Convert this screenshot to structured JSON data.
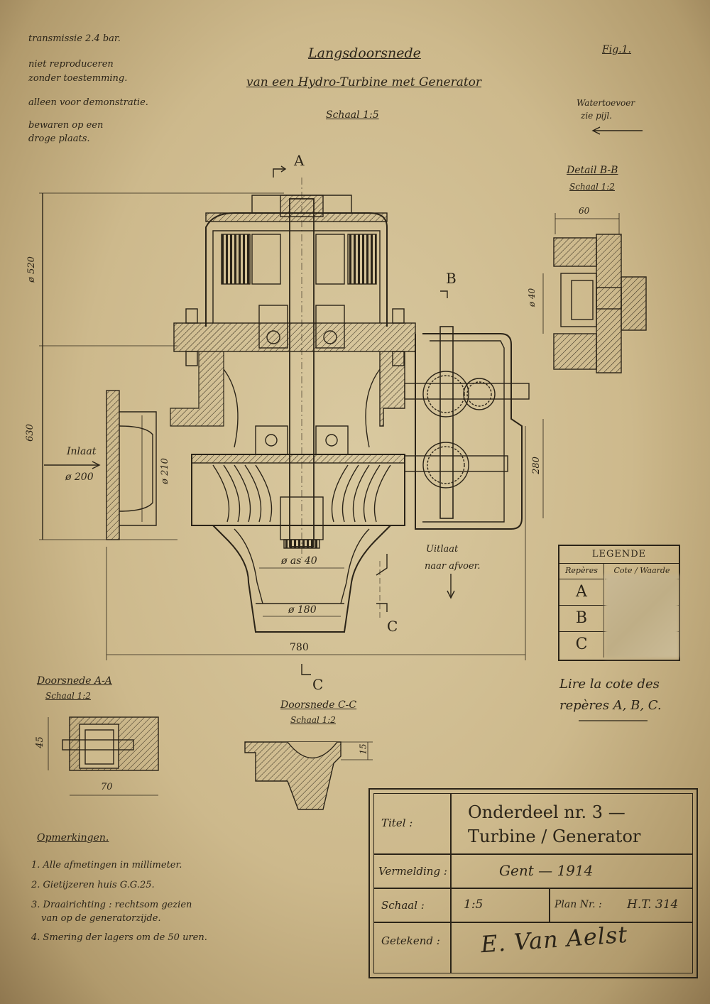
{
  "notes_top_left": [
    "transmissie 2.4 bar.",
    "niet reproduceren",
    "zonder toestemming.",
    "alleen voor demonstratie.",
    "bewaren op een",
    "droge plaats."
  ],
  "title": {
    "line1": "Langsdoorsnede",
    "line2": "van een Hydro-Turbine met Generator",
    "scale": "Schaal 1:5"
  },
  "fig": "Fig.1.",
  "water_note": {
    "line1": "Watertoevoer",
    "line2": "zie pijl."
  },
  "detail_bb": {
    "title": "Detail B-B",
    "scale": "Schaal 1:2",
    "dim_width": "60",
    "dim_height": "ø 40"
  },
  "main_section": {
    "section_a": "A",
    "section_b": "B",
    "section_c": "C",
    "dim_top_height": "ø 520",
    "dim_lower_height": "630",
    "inlet_label": "Inlaat",
    "inlet_dim": "ø 200",
    "inner_dim": "ø 210",
    "shaft_dim": "ø as 40",
    "outlet_dim": "ø 180",
    "gear_height": "280",
    "total_width": "780",
    "outlet_label": "Uitlaat",
    "outlet_label2": "naar afvoer."
  },
  "section_aa": {
    "title": "Doorsnede A-A",
    "scale": "Schaal 1:2",
    "dim_height": "45",
    "dim_width": "70"
  },
  "section_cc": {
    "title": "Doorsnede C-C",
    "scale": "Schaal 1:2",
    "dim": "15"
  },
  "legend": {
    "header": "LEGENDE",
    "col1": "Repères",
    "col2": "Cote / Waarde",
    "refs": [
      "A",
      "B",
      "C"
    ]
  },
  "french_note": {
    "line1": "Lire la cote des",
    "line2": "repères A, B, C."
  },
  "remarks": {
    "title": "Opmerkingen.",
    "items": [
      "1. Alle afmetingen in millimeter.",
      "2. Gietijzeren huis G.G.25.",
      "3. Draairichting : rechtsom gezien",
      "van op de generatorzijde.",
      "4. Smering der lagers om de 50 uren."
    ]
  },
  "title_block": {
    "titel_label": "Titel :",
    "titel_line1": "Onderdeel nr. 3 —",
    "titel_line2": "Turbine / Generator",
    "vermelding_label": "Vermelding :",
    "vermelding": "Gent — 1914",
    "schaal_label": "Schaal :",
    "schaal": "1:5",
    "plan_label": "Plan Nr. :",
    "plan": "H.T. 314",
    "getekend_label": "Getekend :",
    "signature": "E. Van Aelst"
  },
  "colors": {
    "ink": "#2b2418",
    "paper": "#d4c39a"
  }
}
